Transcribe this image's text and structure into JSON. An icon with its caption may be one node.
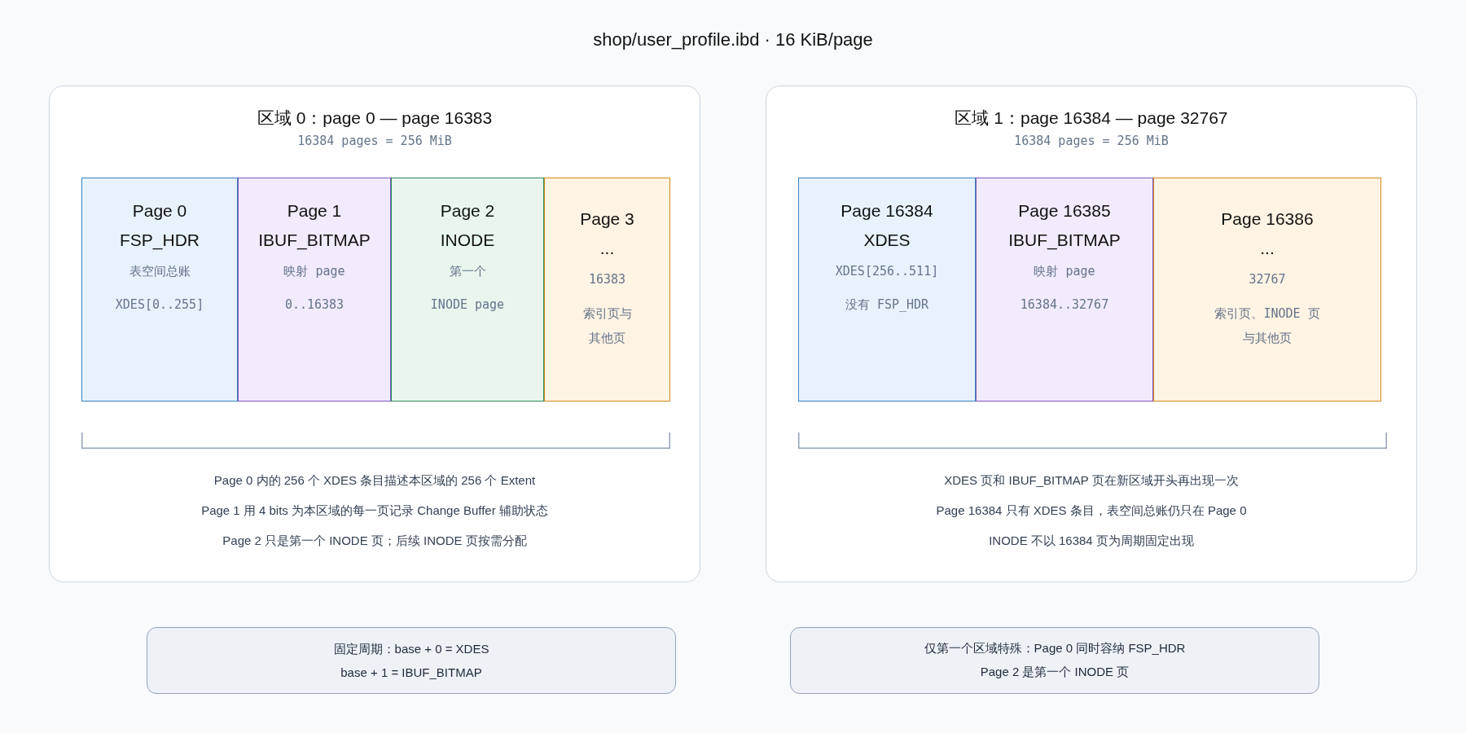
{
  "diagram": {
    "title": "shop/user_profile.ibd · 16 KiB/page",
    "nodes": [
      {
        "text": [
          "区域 0：page 0 — page 16383",
          "16384 pages = 256 MiB",
          "Page 0 内的 256 个 XDES 条目描述本区域的 256 个 Extent",
          "Page 1 用 4 bits 为本区域的每一页记录 Change Buffer 辅助状态",
          "Page 2 只是第一个 INODE 页；后续 INODE 页按需分配"
        ]
      },
      {
        "text": [
          "Page 0",
          "FSP_HDR",
          "表空间总账",
          "XDES[0..255]"
        ],
        "in": 0
      },
      {
        "text": [
          "Page 1",
          "IBUF_BITMAP",
          "映射 page",
          "0..16383"
        ],
        "in": 0
      },
      {
        "text": [
          "Page 2",
          "INODE",
          "第一个",
          "INODE page"
        ],
        "in": 0
      },
      {
        "text": [
          "Page 3",
          "...",
          "16383",
          "索引页与其他页"
        ],
        "in": 0
      },
      {
        "text": [
          "区域 1：page 16384 — page 32767",
          "16384 pages = 256 MiB",
          "XDES 页和 IBUF_BITMAP 页在新区域开头再出现一次",
          "Page 16384 只有 XDES 条目，表空间总账仍只在 Page 0",
          "INODE 不以 16384 页为周期固定出现"
        ]
      },
      {
        "text": [
          "Page 16384",
          "XDES",
          "XDES[256..511]",
          "没有 FSP_HDR"
        ],
        "in": 5
      },
      {
        "text": [
          "Page 16385",
          "IBUF_BITMAP",
          "映射 page",
          "16384..32767"
        ],
        "in": 5
      },
      {
        "text": [
          "Page 16386",
          "...",
          "32767",
          "索引页、INODE 页与其他页"
        ],
        "in": 5
      },
      {
        "text": [
          "固定周期：base + 0 = XDES",
          "base + 1 = IBUF_BITMAP"
        ]
      },
      {
        "text": [
          "仅第一个区域特殊：Page 0 同时容纳 FSP_HDR",
          "Page 2 是第一个 INODE 页"
        ]
      }
    ]
  }
}
